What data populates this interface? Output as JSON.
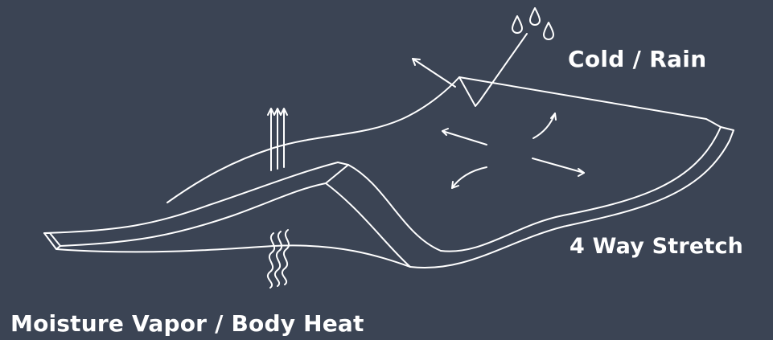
{
  "labels": {
    "cold_rain": "Cold / Rain",
    "four_way_stretch": "4 Way Stretch",
    "moisture_vapor": "Moisture Vapor / Body Heat"
  },
  "colors": {
    "background": "#3b4454",
    "line": "#ffffff",
    "text": "#ffffff"
  },
  "icons": {
    "rain": "raindrops-icon",
    "stretch": "four-way-arrows-icon",
    "heat": "wavy-heat-lines-icon",
    "vapor": "upward-vapor-arrows-icon"
  }
}
